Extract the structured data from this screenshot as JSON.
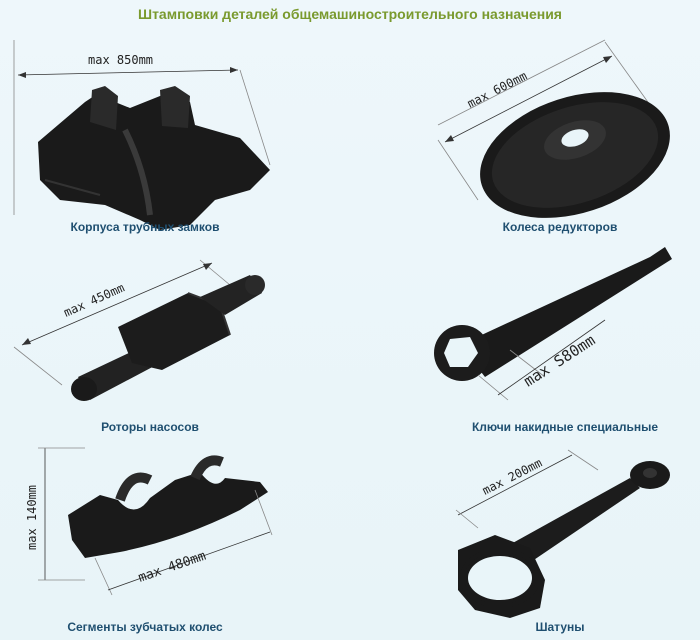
{
  "page": {
    "title": "Штамповки деталей общемашиностроительного назначения"
  },
  "items": [
    {
      "caption": "Корпуса трубных замков",
      "dimension": "max 850mm"
    },
    {
      "caption": "Колеса редукторов",
      "dimension": "max 600mm"
    },
    {
      "caption": "Роторы насосов",
      "dimension": "max 450mm"
    },
    {
      "caption": "Ключи накидные специальные",
      "dimension": "max S80mm"
    },
    {
      "caption": "Сегменты зубчатых колес",
      "dimension": "max 480mm",
      "dimension2": "max 140mm"
    },
    {
      "caption": "Шатуны",
      "dimension": "max 200mm"
    }
  ]
}
